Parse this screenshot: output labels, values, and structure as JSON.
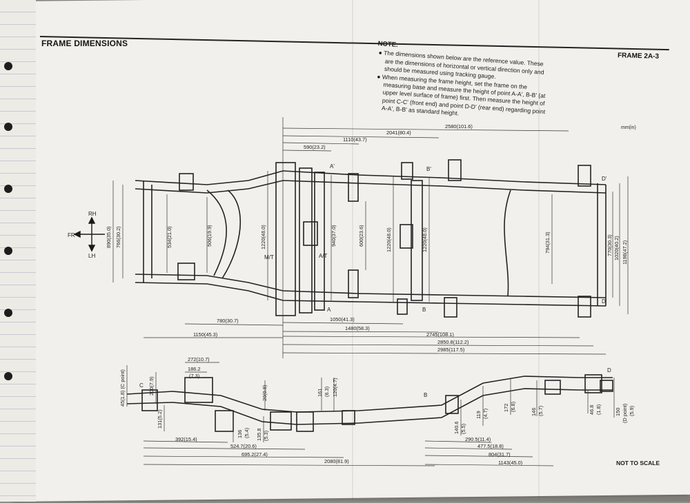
{
  "page": {
    "title": "FRAME DIMENSIONS",
    "section_code": "FRAME   2A-3",
    "unit": "mm(in)",
    "not_to_scale": "NOT TO SCALE"
  },
  "note": {
    "title": "NOTE:",
    "bullets": [
      "The dimensions shown below are the reference value. These are the dimensions of horizontal or vertical direction only and should be measured using tracking gauge.",
      "When measuring the frame height, set the frame on the measuring base and measure the height of point A-A', B-B' (at upper level surface of frame) first. Then measure the height of point C-C' (front end) and point D-D' (rear end) regarding point A-A', B-B' as standard height."
    ]
  },
  "compass": {
    "rh": "RH",
    "lh": "LH",
    "fr": "FR"
  },
  "top_view": {
    "top_dims": [
      "2580(101.6)",
      "2041(80.4)",
      "1110(43.7)",
      "590(23.2)"
    ],
    "vertical_dims": [
      "890(35.0)",
      "766(30.2)",
      "534(21.0)",
      "506(19.9)",
      "1220(48.0)",
      "940(37.0)",
      "600(23.6)",
      "1220(48.0)",
      "1220(48.0)",
      "794(31.3)",
      "770(30.3)",
      "1020(40.2)",
      "1198(47.2)"
    ],
    "bottom_dims": [
      "780(30.7)",
      "1050(41.3)",
      "1480(58.3)",
      "1150(45.3)",
      "2745(108.1)",
      "2850.8(112.2)",
      "2985(117.5)"
    ],
    "labels": [
      "M/T",
      "A/T",
      "A",
      "A'",
      "B",
      "B'",
      "D",
      "D'"
    ]
  },
  "side_view": {
    "top_dims": [
      "272(10.7)",
      "186.2",
      "(7.3)",
      "45(1.8) (C point)",
      "200(7.9)",
      "20(0.8)",
      "161",
      "(6.3)",
      "120(4.7)"
    ],
    "left_dims": [
      "131(5.2)",
      "136",
      "(5.4)",
      "135.8",
      "(5.3)"
    ],
    "bottom_dims": [
      "392(15.4)",
      "524.7(20.6)",
      "695.2(27.4)",
      "2080(81.9)",
      "290.5(11.4)",
      "477.5(18.8)",
      "804(31.7)",
      "1143(45.0)"
    ],
    "rear_dims": [
      "140.6",
      "(5.5)",
      "119",
      "(4.7)",
      "172",
      "(6.8)",
      "146",
      "(5.7)",
      "46.8",
      "(1.8)",
      "150",
      "(D point)",
      "(5.9)"
    ],
    "labels": [
      "C",
      "B",
      "D"
    ]
  }
}
